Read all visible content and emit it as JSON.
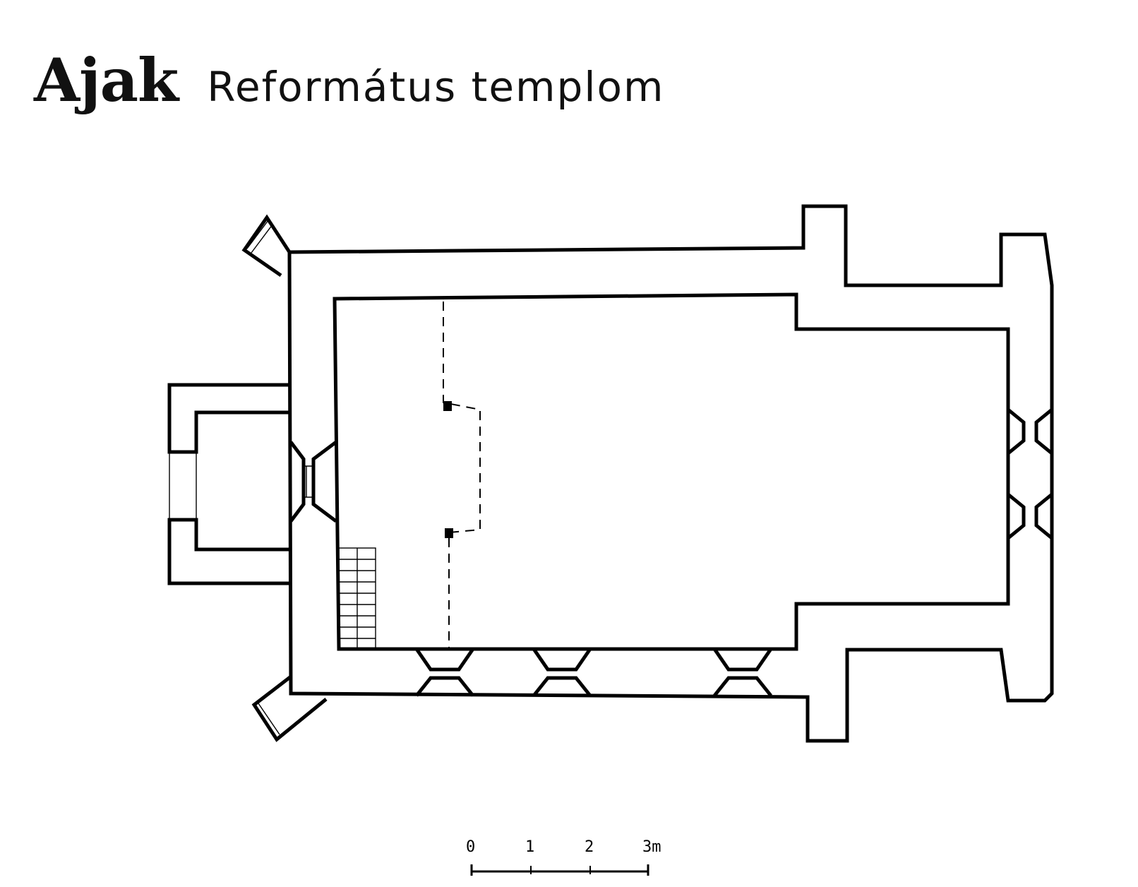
{
  "title": {
    "place": "Ajak",
    "subtitle": "Református templom"
  },
  "scale": {
    "ticks": [
      "0",
      "1",
      "2",
      "3m"
    ]
  },
  "colors": {
    "ink": "#000000",
    "paper": "#ffffff"
  }
}
